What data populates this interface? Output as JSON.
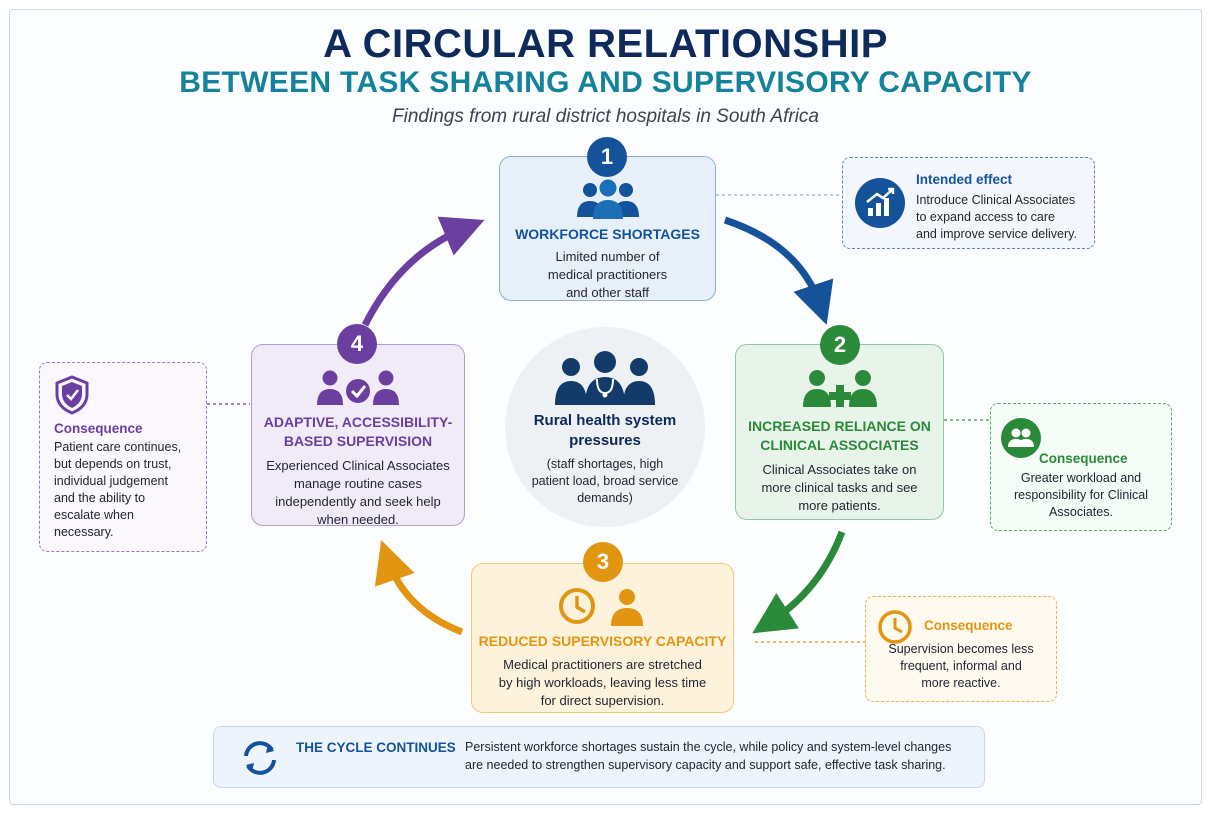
{
  "title": {
    "line1": "A CIRCULAR RELATIONSHIP",
    "line2": "BETWEEN TASK SHARING AND SUPERVISORY CAPACITY",
    "subtitle": "Findings from rural district hospitals in South Africa"
  },
  "steps": [
    {
      "number": "1",
      "heading": "WORKFORCE SHORTAGES",
      "body": [
        "Limited number of",
        "medical practitioners",
        "and other staff"
      ],
      "color": "#14539a",
      "icon": "people-group-icon"
    },
    {
      "number": "2",
      "heading": [
        "INCREASED RELIANCE ON",
        "CLINICAL ASSOCIATES"
      ],
      "body": [
        "Clinical Associates take on",
        "more clinical tasks and see",
        "more patients."
      ],
      "color": "#2a8a3a",
      "icon": "people-plus-icon"
    },
    {
      "number": "3",
      "heading": "REDUCED SUPERVISORY CAPACITY",
      "body": [
        "Medical practitioners are stretched",
        "by high workloads, leaving less time",
        "for direct supervision."
      ],
      "color": "#e29510",
      "icon": "clock-person-icon"
    },
    {
      "number": "4",
      "heading": [
        "ADAPTIVE, ACCESSIBILITY-",
        "BASED SUPERVISION"
      ],
      "body": [
        "Experienced Clinical Associates",
        "manage routine cases",
        "independently and seek help",
        "when needed."
      ],
      "color": "#6b3fa0",
      "icon": "people-check-icon"
    }
  ],
  "center": {
    "heading": [
      "Rural health system",
      "pressures"
    ],
    "body": [
      "(staff shortages, high",
      "patient load, broad service",
      "demands)"
    ],
    "icon": "doctor-group-icon"
  },
  "side_notes": {
    "intended": {
      "heading": "Intended effect",
      "body": [
        "Introduce Clinical Associates",
        "to expand access to care",
        "and improve service delivery."
      ],
      "icon": "growth-chart-icon"
    },
    "consequence_right": {
      "heading": "Consequence",
      "body": [
        "Greater workload and",
        "responsibility for Clinical",
        "Associates."
      ],
      "icon": "people-icon"
    },
    "consequence_bottom": {
      "heading": "Consequence",
      "body": [
        "Supervision becomes less",
        "frequent, informal and",
        "more reactive."
      ],
      "icon": "clock-icon"
    },
    "consequence_left": {
      "heading": "Consequence",
      "body": [
        "Patient care continues,",
        "but depends on trust,",
        "individual judgement",
        "and the ability to",
        "escalate when",
        "necessary."
      ],
      "icon": "shield-check-icon"
    }
  },
  "cycle": {
    "label": "THE CYCLE CONTINUES",
    "text": [
      "Persistent workforce shortages sustain the cycle, while policy and system-level changes",
      "are needed to strengthen supervisory capacity and support safe, effective task sharing."
    ],
    "icon": "cycle-arrows-icon"
  },
  "colors": {
    "navy": "#0e2a5a",
    "teal": "#13829a",
    "blue": "#14539a",
    "green": "#2a8a3a",
    "orange": "#e29510",
    "purple": "#6b3fa0"
  }
}
